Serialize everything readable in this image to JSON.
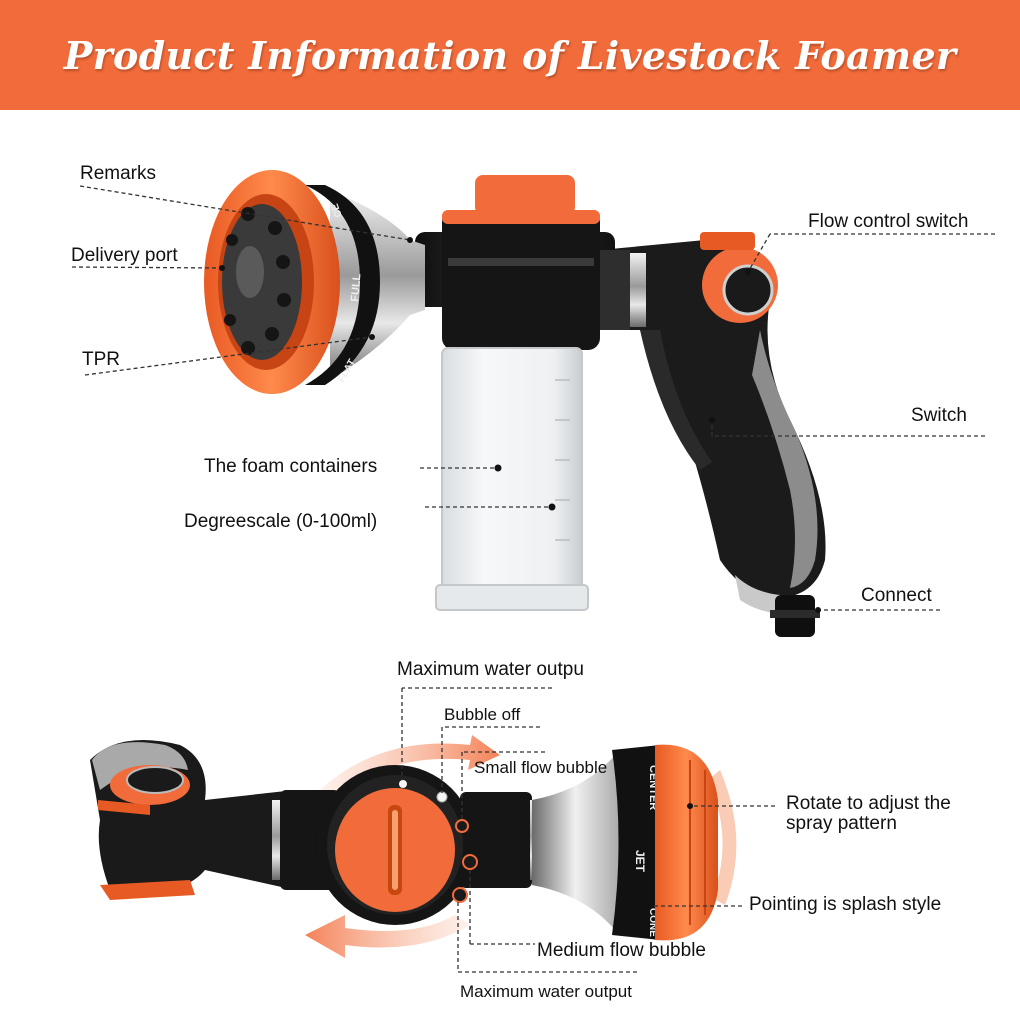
{
  "banner": {
    "title": "Product Information of Livestock Foamer",
    "background_color": "#f26b3a",
    "text_color": "#ffffff"
  },
  "top_view": {
    "labels": {
      "remarks": "Remarks",
      "delivery_port": "Delivery port",
      "tpr": "TPR",
      "foam_containers": "The foam containers",
      "degree_scale": "Degreescale (0-100ml)",
      "flow_control_switch": "Flow control switch",
      "switch": "Switch",
      "connect": "Connect"
    },
    "dial_texts": {
      "full": "FULL",
      "flat": "FLAT",
      "center": "CE"
    }
  },
  "bottom_view": {
    "labels": {
      "maximum_water_outpu": "Maximum water outpu",
      "bubble_off": "Bubble off",
      "small_flow_bubble": "Small flow bubble",
      "rotate_adjust": "Rotate to adjust the",
      "spray_pattern": "spray pattern",
      "pointing_splash": "Pointing is splash style",
      "medium_flow_bubble": "Medium flow bubble",
      "maximum_water_output": "Maximum water output"
    },
    "dial_texts": {
      "center": "CENTER",
      "jet": "JET",
      "cone": "CONE"
    }
  },
  "colors": {
    "accent_orange": "#f26b3a",
    "body_black": "#1c1c1c",
    "metal_silver": "#b8b8b8"
  }
}
